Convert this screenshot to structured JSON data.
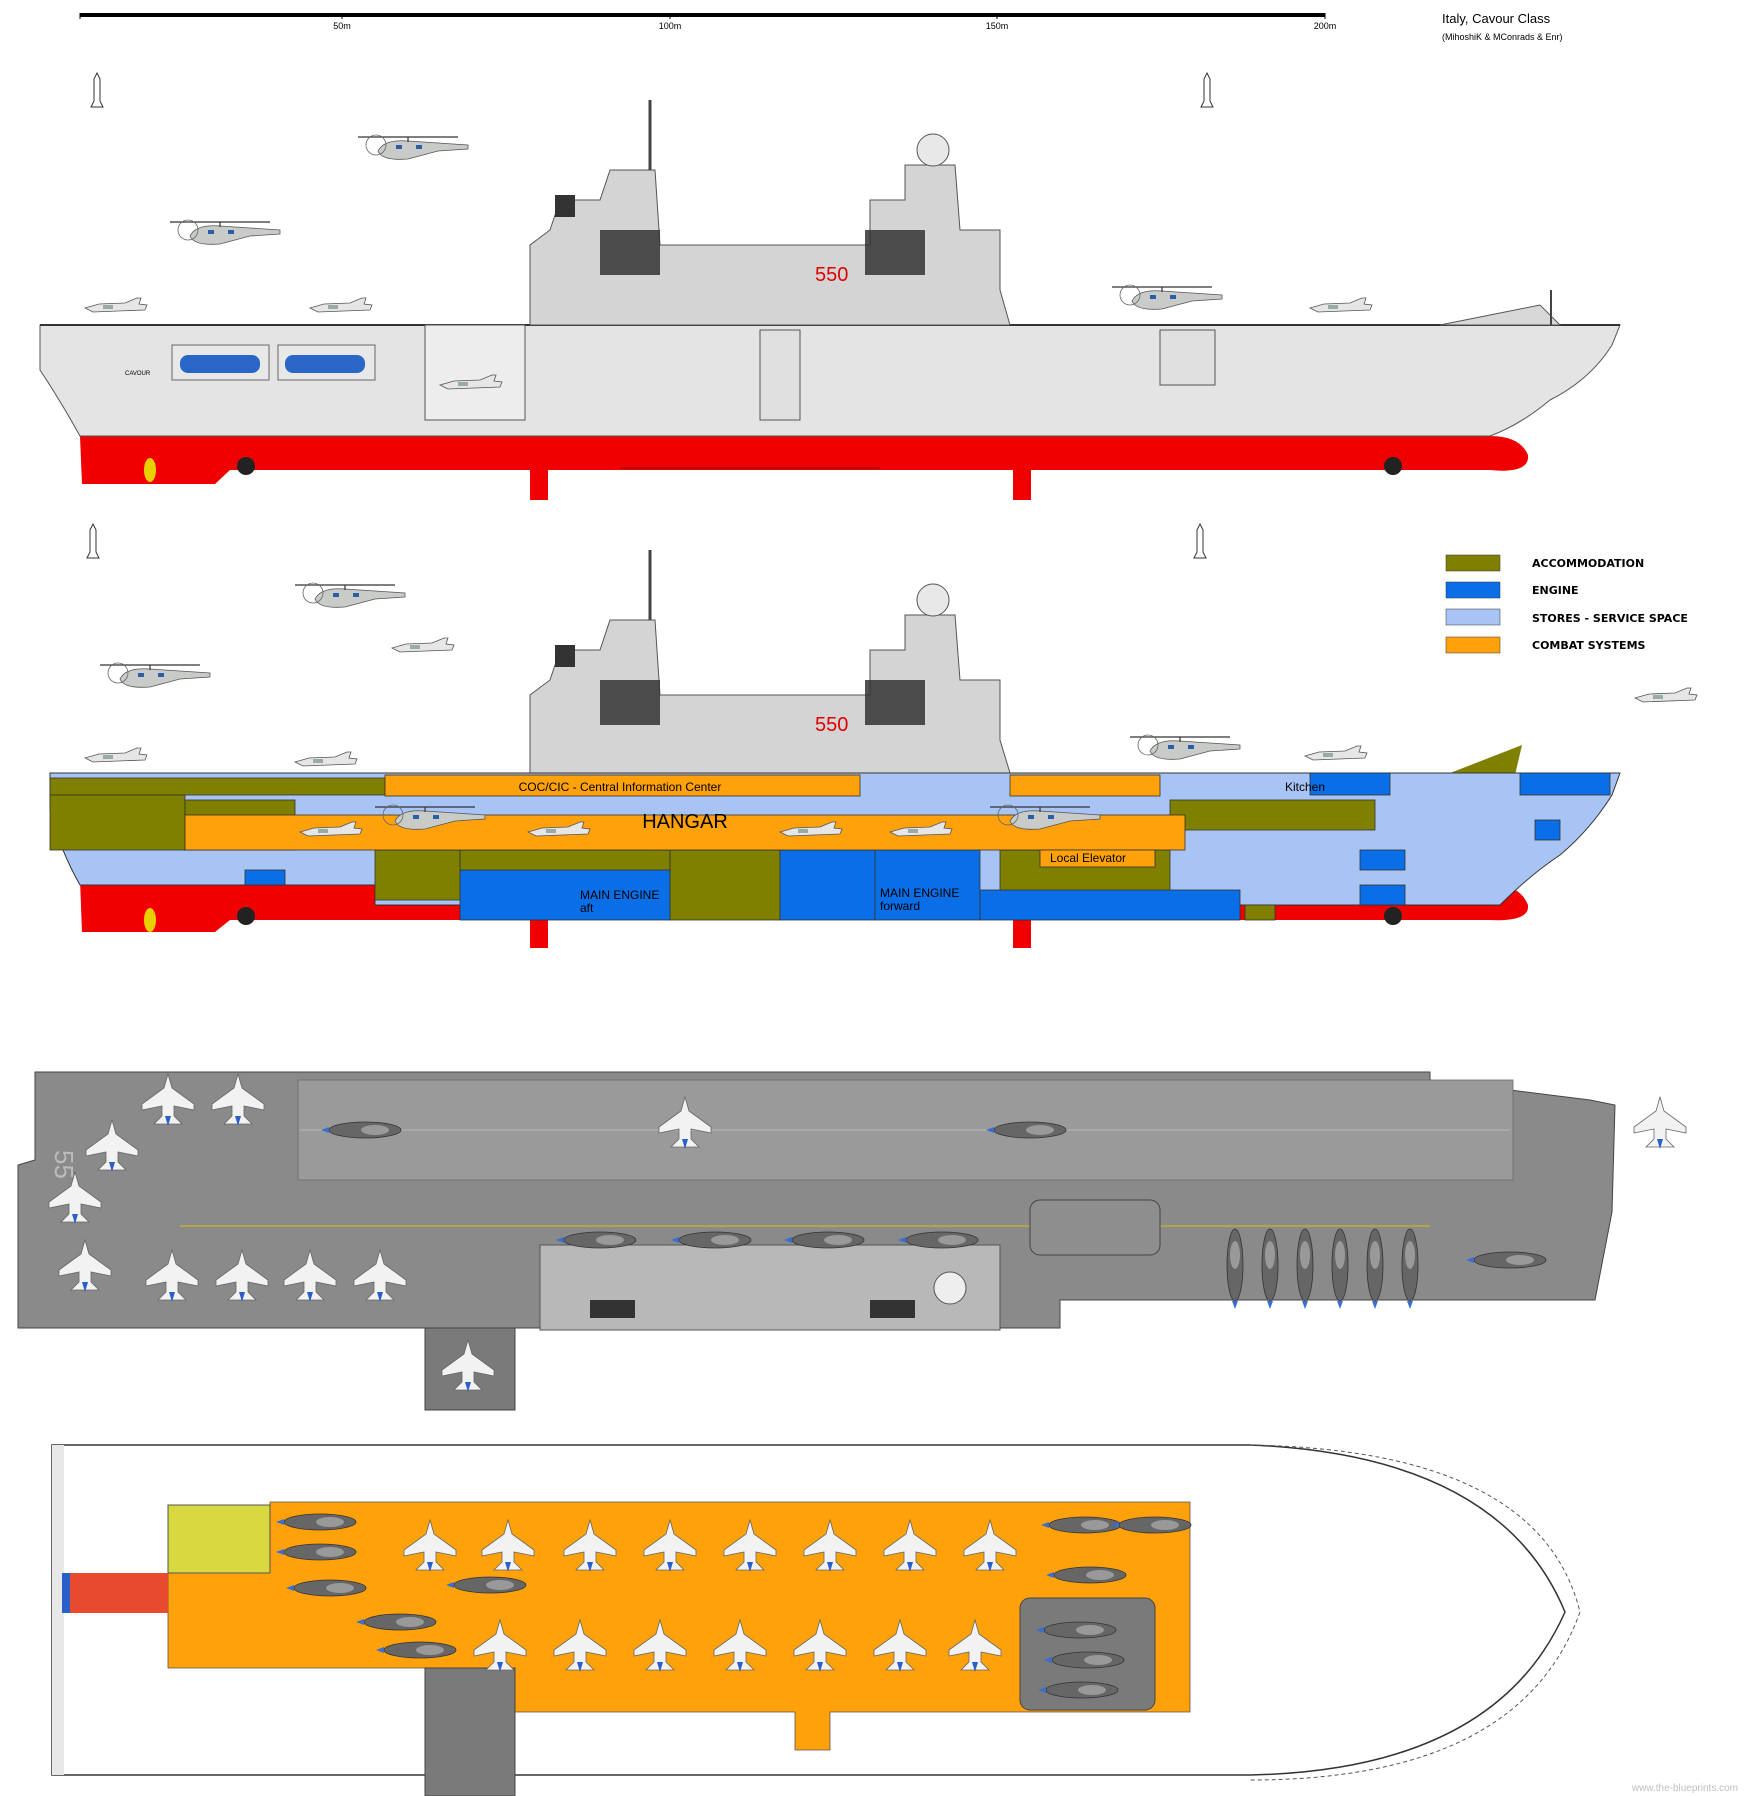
{
  "header": {
    "title": "Italy, Cavour Class",
    "credits": "(MihoshiK & MConrads & Enr)"
  },
  "scale": {
    "ticks": [
      "50m",
      "100m",
      "150m",
      "200m"
    ]
  },
  "profile": {
    "hull_number": "550",
    "ship_name": "CAVOUR"
  },
  "cutaway": {
    "hull_number": "550",
    "labels": {
      "coc": "COC/CIC - Central Information Center",
      "hangar": "HANGAR",
      "kitchen": "Kitchen",
      "elevator": "Local Elevator",
      "engine_aft_1": "MAIN ENGINE",
      "engine_aft_2": "aft",
      "engine_fwd_1": "MAIN ENGINE",
      "engine_fwd_2": "forward"
    }
  },
  "legend": [
    {
      "label": "ACCOMMODATION",
      "color": "#808000"
    },
    {
      "label": "ENGINE",
      "color": "#0a6ee6"
    },
    {
      "label": "STORES - SERVICE SPACE",
      "color": "#a8c4f4"
    },
    {
      "label": "COMBAT SYSTEMS",
      "color": "#ffa10a"
    }
  ],
  "deck": {
    "marking": "55"
  },
  "watermark": "www.the-blueprints.com",
  "colors": {
    "hull_red": "#f00000",
    "hull_grey": "#e4e4e4",
    "deck_grey": "#8a8a8a",
    "hangar_orange": "#ffa10a",
    "superstructure": "#d4d4d4"
  }
}
